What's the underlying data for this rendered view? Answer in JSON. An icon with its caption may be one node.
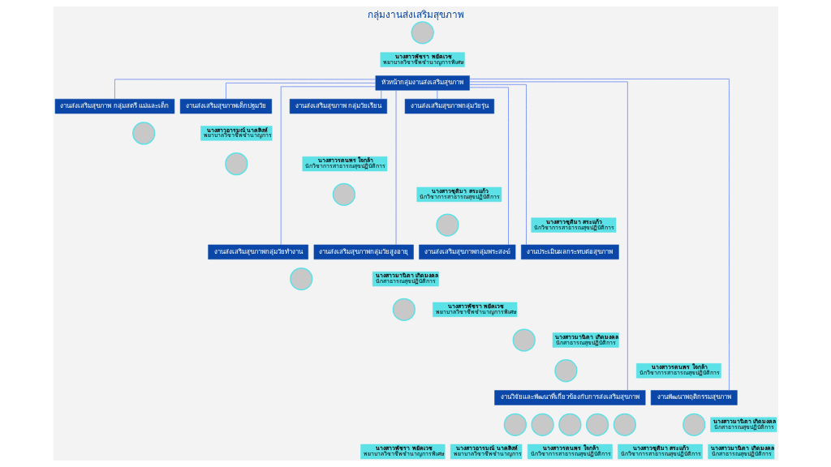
{
  "diagram": {
    "title": "กลุ่มงานส่งเสริมสุขภาพ",
    "nodes": [
      {
        "text": [],
        "shape": "circle"
      },
      {
        "text": [
          "นางสาวพัชรา พยัคเวช",
          "พยาบาลวิชาชีพชำนาญการพิเศษ"
        ]
      },
      {
        "text": [
          "หัวหน้ากลุ่มงานส่งเสริมสุขภาพ"
        ]
      },
      {
        "text": [
          "งานส่งเสริมสุขภาพ กลุ่มสตรี แม่และเด็ก"
        ]
      },
      {
        "text": [
          "งานส่งเสริมสุขภาพเด็กปฐมวัย"
        ]
      },
      {
        "text": [
          "งานส่งเสริมสุขภาพ กลุ่มวัยเรียน"
        ]
      },
      {
        "text": [
          "งานส่งเสริมสุขภาพกลุ่มวัยรุ่น"
        ]
      },
      {
        "text": [],
        "shape": "circle"
      },
      {
        "text": [
          "นางสาวอารมณ์ นาคสิงห์",
          "พยาบาลวิชาชีพชำนาญการ"
        ]
      },
      {
        "text": [],
        "shape": "circle"
      },
      {
        "text": [
          "นางสาวรตนพร ใจกล้า",
          "นักวิชาการสาธารณสุขปฏิบัติการ"
        ]
      },
      {
        "text": [],
        "shape": "circle"
      },
      {
        "text": [
          "นางสาวชุติมา สระแก้ว",
          "นักวิชาการสาธารณสุขปฏิบัติการ"
        ]
      },
      {
        "text": [],
        "shape": "circle"
      },
      {
        "text": [
          "นางสาวชุติมา สระแก้ว",
          "นักวิชาการสาธารณสุขปฏิบัติการ"
        ]
      },
      {
        "text": [
          "งานส่งเสริมสุขภาพกลุ่มวัยทำงาน"
        ]
      },
      {
        "text": [
          "งานส่งเสริมสุขภาพกลุ่มวัยสูงอายุ"
        ]
      },
      {
        "text": [
          "งานส่งเสริมสุขภาพกลุ่มพระสงฆ์"
        ]
      },
      {
        "text": [
          "งานประเมินผลกระทบต่อสุขภาพ"
        ]
      },
      {
        "text": [],
        "shape": "circle"
      },
      {
        "text": [
          "นางสาวมานิตา เกิดมงคล",
          "นักสาธารณสุขปฏิบัติการ"
        ]
      },
      {
        "text": [],
        "shape": "circle"
      },
      {
        "text": [
          "นางสาวพัชรา พยัคเวช",
          "พยาบาลวิชาชีพชำนาญการพิเศษ"
        ]
      },
      {
        "text": [],
        "shape": "circle"
      },
      {
        "text": [
          "นางสาวมานิตา เกิดมงคล",
          "นักสาธารณสุขปฏิบัติการ"
        ]
      },
      {
        "text": [],
        "shape": "circle"
      },
      {
        "text": [
          "นางสาวรตนพร ใจกล้า",
          "นักวิชาการสาธารณสุขปฏิบัติการ"
        ]
      },
      {
        "text": [
          "งานวิจัยและพัฒนาที่เกี่ยวข้องกับการส่งเสริมสุขภาพ"
        ]
      },
      {
        "text": [
          "งานพัฒนาพฤติกรรมสุขภาพ"
        ]
      },
      {
        "text": [],
        "shape": "circle"
      },
      {
        "text": [],
        "shape": "circle"
      },
      {
        "text": [],
        "shape": "circle"
      },
      {
        "text": [],
        "shape": "circle"
      },
      {
        "text": [],
        "shape": "circle"
      },
      {
        "text": [
          "นางสาวพัชรา พยัคเวช",
          "พยาบาลวิชาชีพชำนาญการพิเศษ"
        ]
      },
      {
        "text": [
          "นางสาวอารมณ์ นาคสิงห์",
          "พยาบาลวิชาชีพชำนาญการ"
        ]
      },
      {
        "text": [
          "นางสาวรตนพร ใจกล้า",
          "นักวิชาการสาธารณสุขปฏิบัติการ"
        ]
      },
      {
        "text": [
          "นางสาวชุติมา สระแก้ว",
          "นักวิชาการสาธารณสุขปฏิบัติการ"
        ]
      },
      {
        "text": [
          "นางสาวมานิตา เกิดมงคล",
          "นักสาธารณสุขปฏิบัติการ"
        ]
      },
      {
        "text": [],
        "shape": "circle"
      },
      {
        "text": [
          "นางสาวมานิตา เกิดมงคล",
          "นักสาธารณสุขปฏิบัติการ"
        ]
      }
    ],
    "edges": [
      {
        "from": 2,
        "to": 3,
        "arrow": "none"
      },
      {
        "from": 2,
        "to": 15,
        "arrow": "none"
      },
      {
        "from": 2,
        "to": 27,
        "arrow": "none"
      },
      {
        "from": 2,
        "to": 4,
        "arrow": "none"
      },
      {
        "from": 2,
        "to": 16,
        "arrow": "none"
      },
      {
        "from": 2,
        "to": 5,
        "arrow": "none"
      },
      {
        "from": 2,
        "to": 17,
        "arrow": "none"
      },
      {
        "from": 2,
        "to": 6,
        "arrow": "none"
      },
      {
        "from": 2,
        "to": 18,
        "arrow": "none"
      },
      {
        "from": 2,
        "to": 28,
        "arrow": "none"
      }
    ]
  }
}
